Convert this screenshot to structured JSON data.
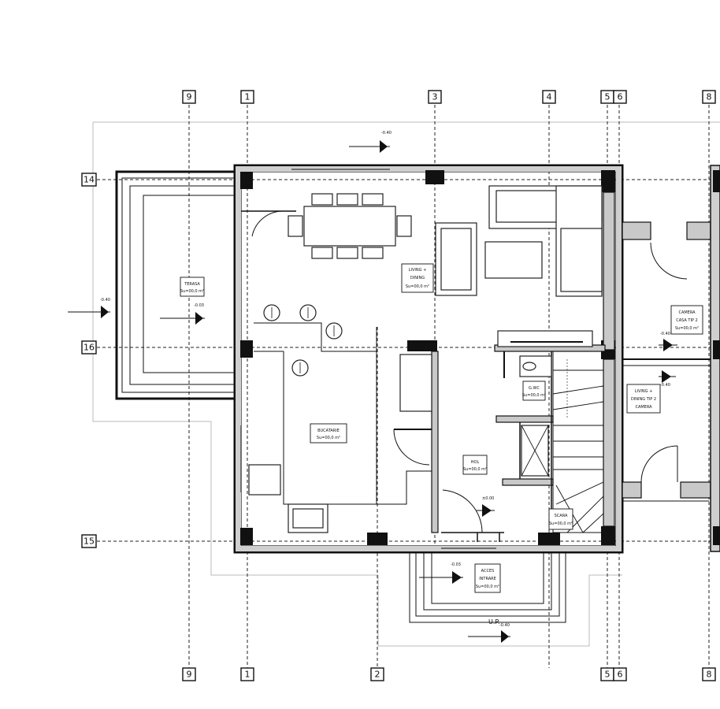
{
  "grid_top": [
    "9",
    "1",
    "3",
    "4",
    "5",
    "6",
    "8"
  ],
  "grid_bottom": [
    "9",
    "1",
    "2",
    "5",
    "6",
    "8"
  ],
  "grid_left": [
    "14",
    "16",
    "15"
  ],
  "rooms": {
    "living": [
      "LIVING +",
      "DINING",
      "Su=00,0 m²"
    ],
    "terasa": [
      "TERASA",
      "Su=00,0 m²"
    ],
    "bucatarie": [
      "BUCATARIE",
      "Su=00,0 m²"
    ],
    "hol": [
      "HOL",
      "Su=00,0 m²"
    ],
    "wc": [
      "G.WC",
      "Su=00,0 m²"
    ],
    "scara": [
      "SCARA",
      "Su=00,0 m²"
    ],
    "acces": [
      "ACCES",
      "INTRARE",
      "Su=00,0 m²"
    ],
    "camera_tip2": [
      "CAMERA",
      "CASA TIP 2",
      "Su=00,0 m²"
    ],
    "living_tip2": [
      "LIVING +",
      "DINING TIP 2",
      "CAMERA"
    ]
  },
  "levels": {
    "top": "-0.40",
    "left": "-0.40",
    "terasa": "-0.03",
    "hol": "±0.00",
    "acces": "-0.03",
    "bottom": "-0.40",
    "right1": "-0.40",
    "right2": "-0.40"
  },
  "entry_mark": "U.P."
}
